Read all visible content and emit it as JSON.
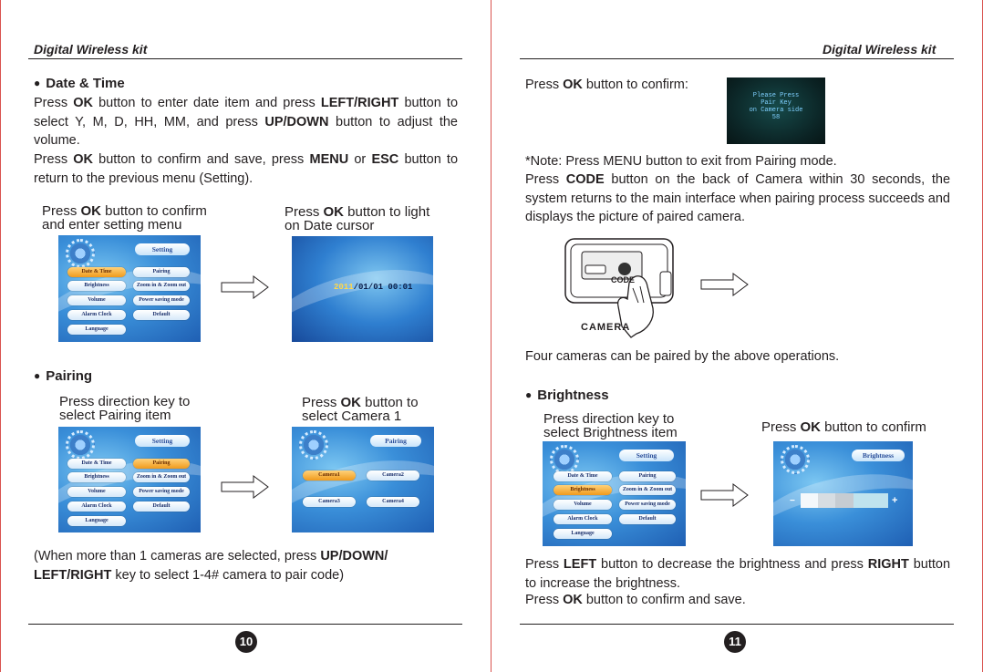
{
  "left_page": {
    "header": "Digital Wireless kit",
    "date_time": {
      "title": "Date & Time",
      "p1": [
        {
          "t": "Press "
        },
        {
          "t": "OK",
          "b": true
        },
        {
          "t": " button to enter date item and press "
        },
        {
          "t": "LEFT/RIGHT",
          "b": true
        },
        {
          "t": " button to select Y, M, D, HH, MM, and press "
        },
        {
          "t": "UP/DOWN",
          "b": true
        },
        {
          "t": " button to adjust the volume."
        }
      ],
      "p2": [
        {
          "t": "Press "
        },
        {
          "t": "OK",
          "b": true
        },
        {
          "t": " button to confirm and save, press "
        },
        {
          "t": "MENU",
          "b": true
        },
        {
          "t": " or "
        },
        {
          "t": "ESC",
          "b": true
        },
        {
          "t": " button to return to the previous menu (Setting)."
        }
      ],
      "cap_left": [
        {
          "t": "Press "
        },
        {
          "t": "OK",
          "b": true
        },
        {
          "t": " button to confirm"
        },
        {
          "br": true
        },
        {
          "t": "and enter setting menu"
        }
      ],
      "cap_right": [
        {
          "t": "Press "
        },
        {
          "t": "OK",
          "b": true
        },
        {
          "t": " button to light"
        },
        {
          "br": true
        },
        {
          "t": "on Date cursor"
        }
      ],
      "date_readout_year": "2011",
      "date_readout_rest": "/01/01  00:01"
    },
    "pairing": {
      "title": "Pairing",
      "cap_left": [
        {
          "t": "Press direction key to"
        },
        {
          "br": true
        },
        {
          "t": "select Pairing item"
        }
      ],
      "cap_right": [
        {
          "t": "Press "
        },
        {
          "t": "OK",
          "b": true
        },
        {
          "t": " button to"
        },
        {
          "br": true
        },
        {
          "t": "select Camera 1"
        }
      ],
      "note": [
        {
          "t": "(When more than 1 cameras are selected, press "
        },
        {
          "t": "UP/DOWN/",
          "b": true
        },
        {
          "br": true
        },
        {
          "t": "LEFT/RIGHT",
          "b": true
        },
        {
          "t": " key to select 1-4# camera to pair code)"
        }
      ]
    },
    "page_number": "10"
  },
  "right_page": {
    "header": "Digital Wireless kit",
    "confirm": [
      {
        "t": "Press "
      },
      {
        "t": "OK",
        "b": true
      },
      {
        "t": " button to confirm:"
      }
    ],
    "popup_lines": [
      "Please Press",
      "Pair Key",
      "on Camera side",
      "58"
    ],
    "note1": "*Note: Press MENU button to exit from Pairing mode.",
    "note2": [
      {
        "t": "Press "
      },
      {
        "t": "CODE",
        "b": true
      },
      {
        "t": " button on the back of Camera within 30 seconds, the system returns to the main interface when pairing process succeeds and displays the picture of paired camera."
      }
    ],
    "camera_code_label": "CODE",
    "camera_label": "CAMERA",
    "four_cameras": "Four cameras can be paired by the above operations.",
    "brightness": {
      "title": "Brightness",
      "cap_left": [
        {
          "t": "Press direction key to"
        },
        {
          "br": true
        },
        {
          "t": "select Brightness item"
        }
      ],
      "cap_right": [
        {
          "t": "Press "
        },
        {
          "t": "OK",
          "b": true
        },
        {
          "t": " button to confirm"
        }
      ],
      "screen_tab": "Brightness",
      "p1": [
        {
          "t": "Press "
        },
        {
          "t": "LEFT",
          "b": true
        },
        {
          "t": " button to decrease the brightness and press "
        },
        {
          "t": "RIGHT",
          "b": true
        },
        {
          "t": " button to increase the brightness."
        }
      ],
      "p2": [
        {
          "t": "Press "
        },
        {
          "t": "OK",
          "b": true
        },
        {
          "t": " button to confirm and save."
        }
      ]
    },
    "page_number": "11"
  },
  "setting_menu": {
    "tab": "Setting",
    "left_col": [
      "Date & Time",
      "Brightness",
      "Volume",
      "Alarm Clock",
      "Language"
    ],
    "right_col": [
      "Pairing",
      "Zoom in & Zoom out",
      "Power saving mode",
      "Default"
    ]
  },
  "pairing_menu": {
    "tab": "Pairing",
    "cameras": [
      "Camera1",
      "Camera2",
      "Camera3",
      "Camera4"
    ]
  },
  "colors": {
    "highlight": "#f09a1c",
    "screen_blue": "#3a8fd9",
    "border_red": "#d9534f"
  }
}
